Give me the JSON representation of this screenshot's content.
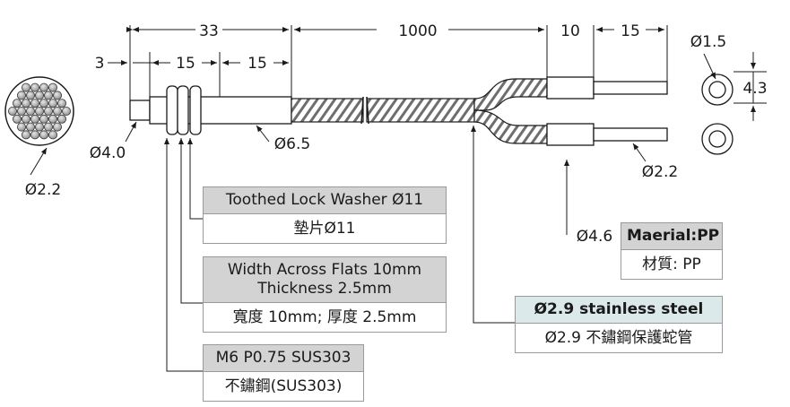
{
  "dimensions": {
    "overall_sensor_length": "33",
    "tip_length": "3",
    "thread_length": "15",
    "body_length": "15",
    "cable_length": "1000",
    "sleeve_length": "10",
    "fiber_end_length": "15",
    "tip_diameter": "Ø4.0",
    "body_diameter": "Ø6.5",
    "bundle_diameter": "Ø2.2",
    "fiber_end_diameter": "Ø2.2",
    "sleeve_diameter": "Ø4.6",
    "end_inner_diameter": "Ø1.5",
    "end_pitch": "4.3"
  },
  "callouts": {
    "washer": {
      "title": "Toothed Lock Washer Ø11",
      "subtitle": "墊片Ø11"
    },
    "nut": {
      "title": "Width Across Flats 10mm\nThickness 2.5mm",
      "subtitle": "寬度 10mm; 厚度 2.5mm"
    },
    "thread": {
      "title": "M6 P0.75 SUS303",
      "subtitle": "不鏽鋼(SUS303)"
    },
    "cable": {
      "title": "Ø2.9 stainless steel",
      "subtitle": "Ø2.9 不鏽鋼保護蛇管"
    },
    "material": {
      "title": "Maerial:PP",
      "subtitle": "材質: PP"
    }
  },
  "colors": {
    "line": "#1a1a1a",
    "header_gray": "#d3d3d3",
    "header_teal": "#dbe9ea"
  }
}
